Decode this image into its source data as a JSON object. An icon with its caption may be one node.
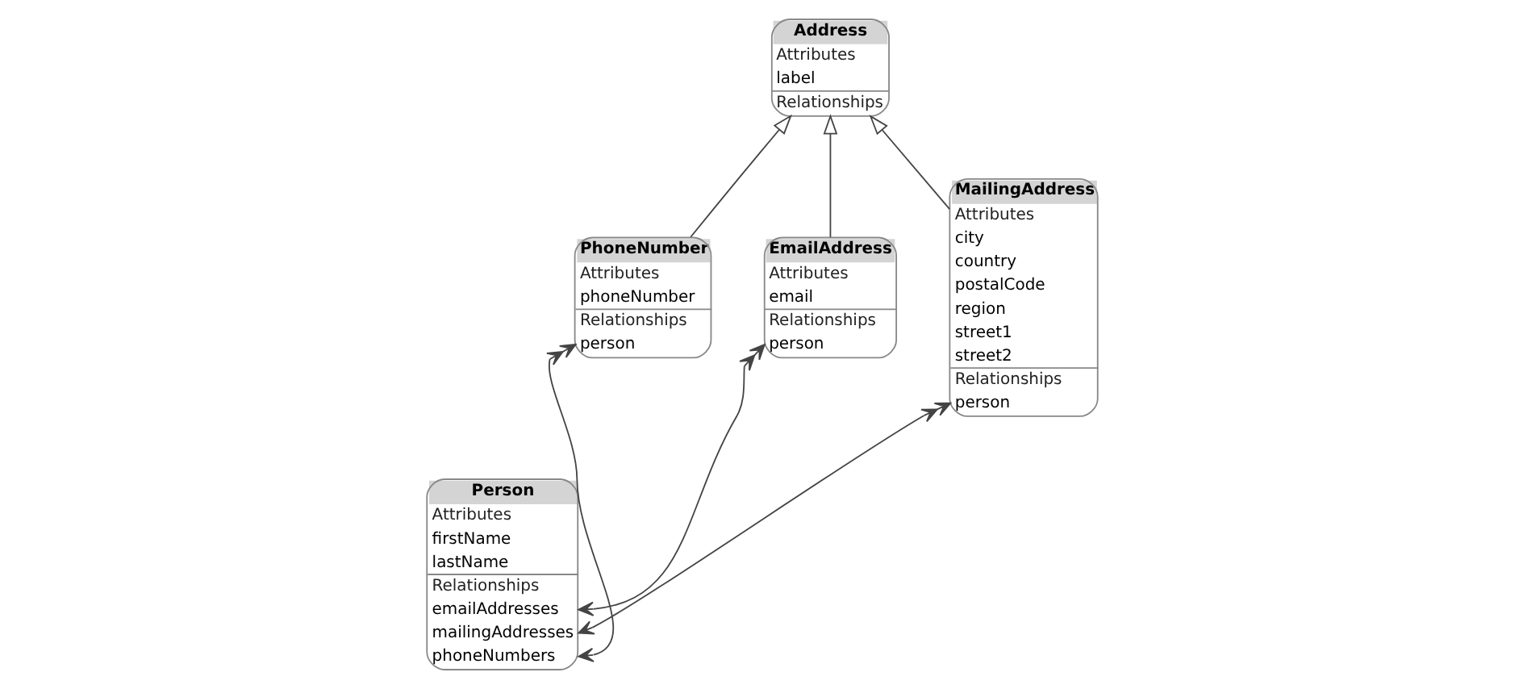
{
  "diagram": {
    "nodes": [
      {
        "text": [
          "Address",
          "Attributes",
          "label",
          "Relationships"
        ]
      },
      {
        "text": [
          "Person",
          "Attributes",
          "firstName",
          "lastName",
          "Relationships",
          "emailAddresses",
          "mailingAddresses",
          "phoneNumbers"
        ]
      },
      {
        "text": [
          "PhoneNumber",
          "Attributes",
          "phoneNumber",
          "Relationships",
          "person"
        ]
      },
      {
        "text": [
          "EmailAddress",
          "Attributes",
          "email",
          "Relationships",
          "person"
        ]
      },
      {
        "text": [
          "MailingAddress",
          "Attributes",
          "city",
          "country",
          "postalCode",
          "region",
          "street1",
          "street2",
          "Relationships",
          "person"
        ]
      }
    ],
    "edges": [
      {
        "from": 2,
        "to": 0,
        "arrow": "to"
      },
      {
        "from": 3,
        "to": 0,
        "arrow": "to"
      },
      {
        "from": 4,
        "to": 0,
        "arrow": "to"
      },
      {
        "from": 1,
        "to": 2,
        "arrow": "both"
      },
      {
        "from": 1,
        "to": 3,
        "arrow": "both"
      },
      {
        "from": 1,
        "to": 4,
        "arrow": "both"
      }
    ]
  }
}
